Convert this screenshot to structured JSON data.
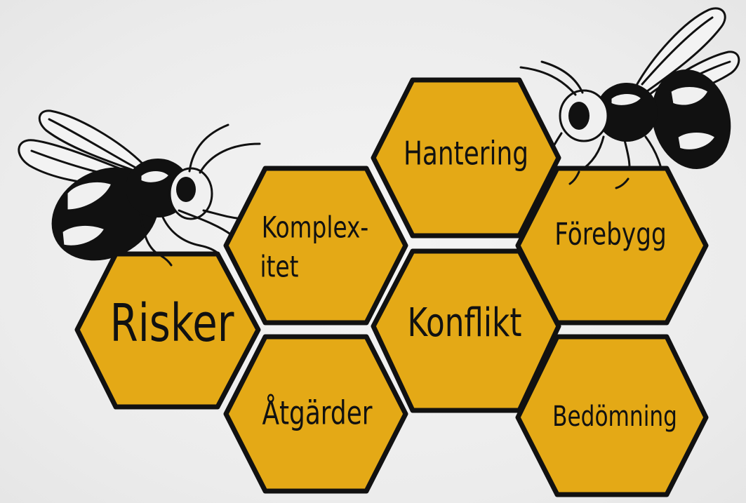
{
  "colors": {
    "background": "#eeeeee",
    "hexagon_fill": "#e4a916",
    "hexagon_stroke": "#111111",
    "text": "#111111"
  },
  "illustrations": {
    "left": "bumblebee-illustration",
    "right": "bumblebee-illustration"
  },
  "cells": {
    "risker": "Risker",
    "komplexitet_line1": "Komplex-",
    "komplexitet_line2": "itet",
    "atgarder": "Åtgärder",
    "hantering": "Hantering",
    "konflikt": "Konflikt",
    "forebygg": "Förebygg",
    "bedomning": "Bedömning"
  }
}
